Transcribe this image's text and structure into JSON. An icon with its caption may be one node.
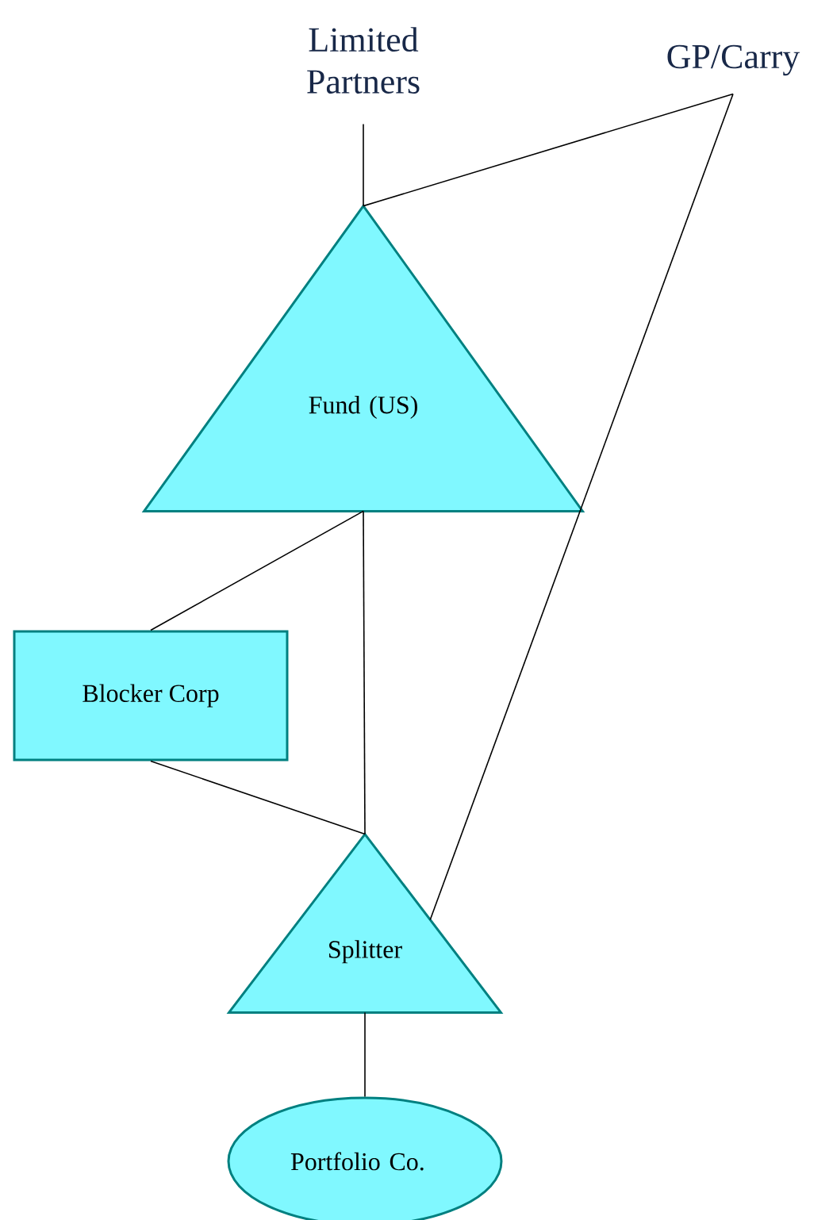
{
  "diagram": {
    "nodes": [
      {
        "text": [
          "Limited Partners"
        ]
      },
      {
        "text": [
          "GP/Carry"
        ]
      },
      {
        "text": [
          "Fund (US)"
        ]
      },
      {
        "text": [
          "Blocker Corp"
        ]
      },
      {
        "text": [
          "Splitter"
        ]
      },
      {
        "text": [
          "Portfolio Co."
        ]
      }
    ],
    "edges": [
      {
        "from": 0,
        "to": 2,
        "arrow": "none"
      },
      {
        "from": 1,
        "to": 2,
        "arrow": "none"
      },
      {
        "from": 1,
        "to": 4,
        "arrow": "none"
      },
      {
        "from": 2,
        "to": 3,
        "arrow": "none"
      },
      {
        "from": 2,
        "to": 4,
        "arrow": "none"
      },
      {
        "from": 3,
        "to": 4,
        "arrow": "none"
      },
      {
        "from": 4,
        "to": 5,
        "arrow": "none"
      }
    ]
  }
}
